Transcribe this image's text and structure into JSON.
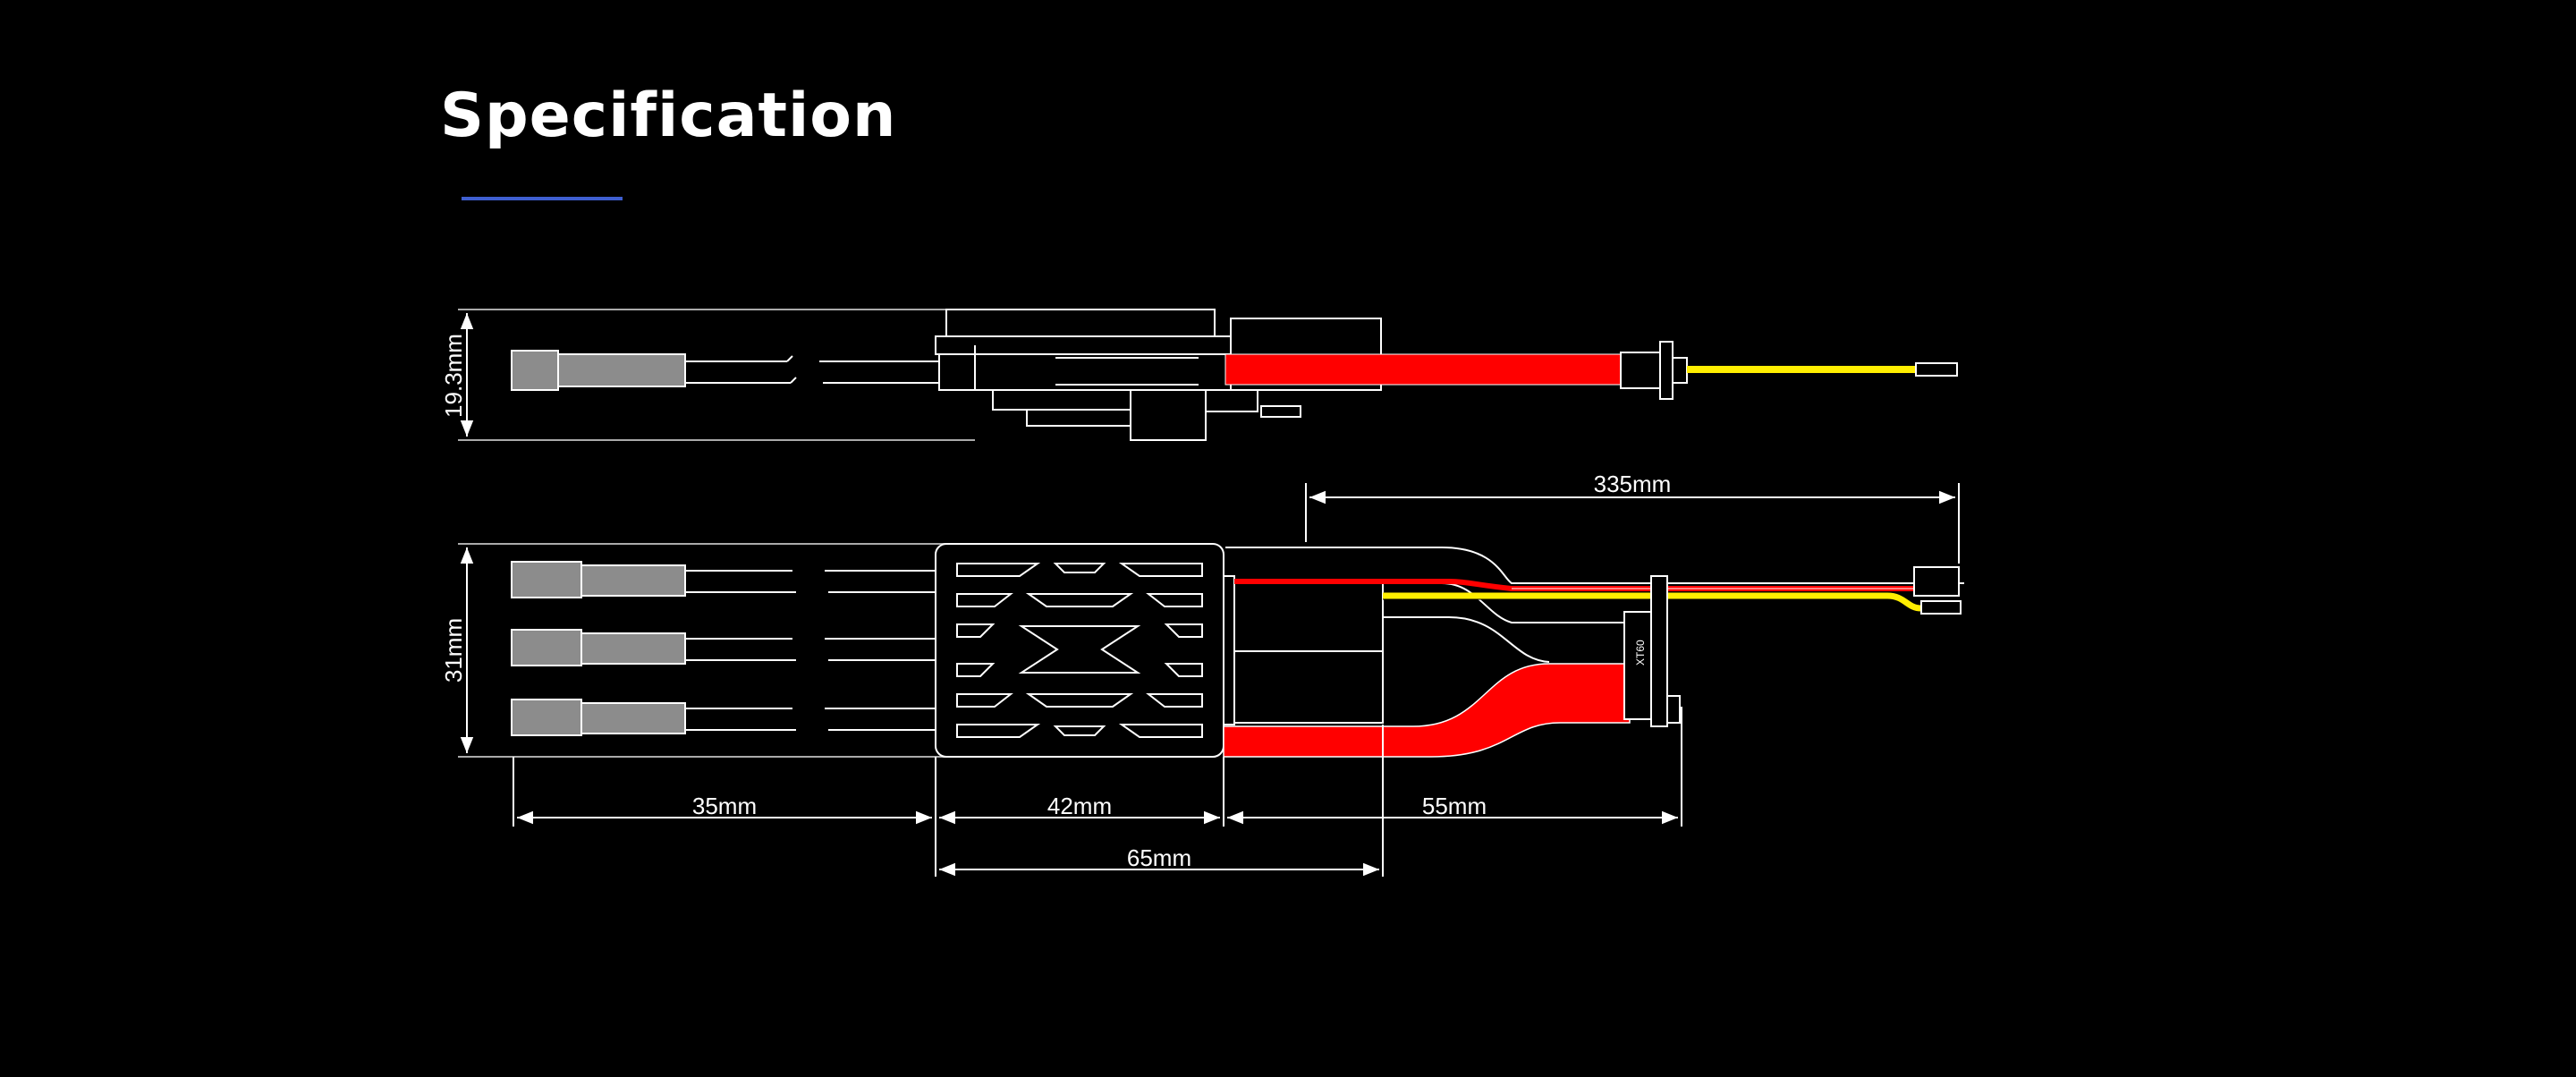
{
  "page": {
    "title": "Specification"
  },
  "colors": {
    "background": "#000000",
    "accent_underline": "#3f5fd0",
    "wire_red": "#ff0000",
    "wire_yellow": "#ffee00",
    "line": "#ffffff",
    "connector_fill": "#8c8c8c"
  },
  "dimensions": {
    "side_height": "19.3mm",
    "top_width": "31mm",
    "output_wire": "35mm",
    "board_length": "42mm",
    "input_wire": "55mm",
    "overall_body": "65mm",
    "signal_wire": "335mm"
  }
}
